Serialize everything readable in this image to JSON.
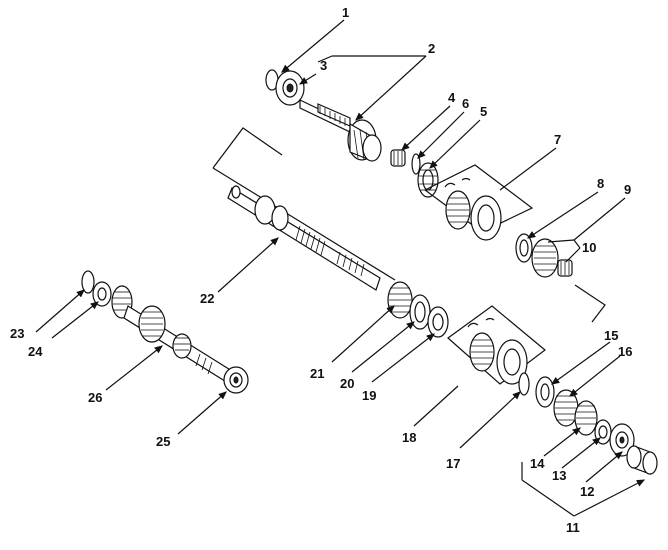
{
  "callouts": [
    "1",
    "2",
    "3",
    "4",
    "5",
    "6",
    "7",
    "8",
    "9",
    "10",
    "11",
    "12",
    "13",
    "14",
    "15",
    "16",
    "17",
    "18",
    "19",
    "20",
    "21",
    "22",
    "23",
    "24",
    "25",
    "26"
  ],
  "colors": {
    "ink": "#111111",
    "background": "#ffffff"
  }
}
